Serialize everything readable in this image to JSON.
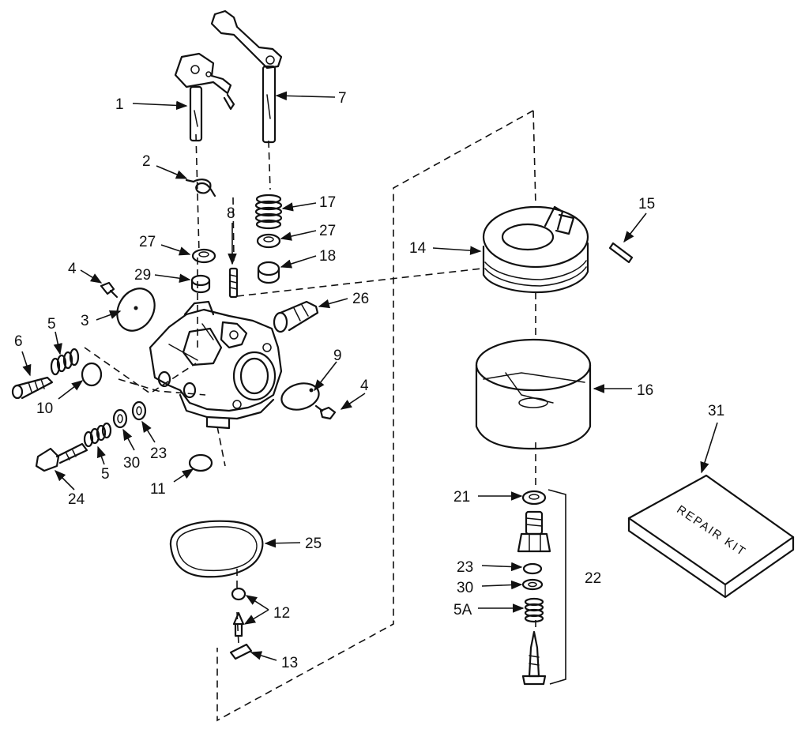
{
  "diagram": {
    "labels": {
      "1": "1",
      "2": "2",
      "3": "3",
      "4a": "4",
      "4b": "4",
      "5a": "5",
      "5b": "5",
      "5A": "5A",
      "6": "6",
      "7": "7",
      "8": "8",
      "9": "9",
      "10": "10",
      "11": "11",
      "12": "12",
      "13": "13",
      "14": "14",
      "15": "15",
      "16": "16",
      "17": "17",
      "18": "18",
      "21": "21",
      "22": "22",
      "23a": "23",
      "23b": "23",
      "24": "24",
      "25": "25",
      "26": "26",
      "27a": "27",
      "27b": "27",
      "29": "29",
      "30a": "30",
      "30b": "30",
      "31": "31"
    },
    "repair_kit_text": "REPAIR KIT"
  }
}
